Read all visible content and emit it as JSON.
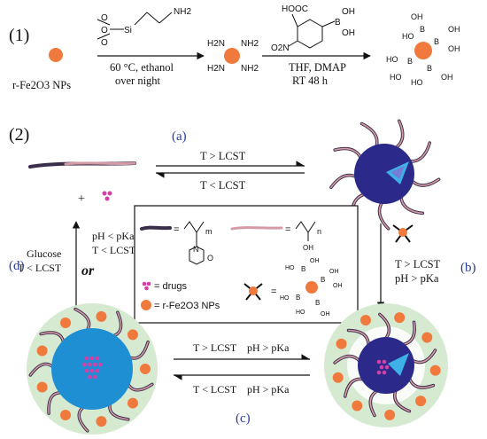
{
  "part1": {
    "label": "(1)",
    "nps_label": "r-Fe2O3 NPs",
    "silane": {
      "groups": [
        "O",
        "O",
        "O"
      ],
      "si": "Si",
      "nh2": "NH2"
    },
    "step1": {
      "line1": "60 °C, ethanol",
      "line2": "over night"
    },
    "amine_groups": [
      "H2N",
      "NH2",
      "H2N",
      "NH2"
    ],
    "acid": {
      "cooh": "HOOC",
      "no2": "O2N",
      "boron": "B",
      "oh": "OH"
    },
    "step2": {
      "line1": "THF, DMAP",
      "line2": "RT 48 h"
    },
    "boronic_groups": {
      "oh": "OH",
      "ho": "HO",
      "b": "B"
    }
  },
  "part2": {
    "label": "(2)",
    "label_a": "(a)",
    "label_b": "(b)",
    "label_c": "(c)",
    "label_d": "(d)",
    "top_arrow": {
      "forward": "T > LCST",
      "backward": "T <  LCST"
    },
    "right_arrow": {
      "line1": "T > LCST",
      "line2": "pH > pKa"
    },
    "bottom_arrow": {
      "forward": "T > LCST    pH > pKa",
      "backward": "T < LCST    pH > pKa"
    },
    "left_arrow": {
      "glucose": [
        "Glucose",
        "T < LCST"
      ],
      "or": "or",
      "ph": [
        "pH < pKa",
        "T < LCST"
      ]
    },
    "plus": "+",
    "legend": {
      "eq": "=",
      "m": "m",
      "n": "n",
      "n_atom": "N",
      "o_atom": "O",
      "oh": "OH",
      "drugs": "= drugs",
      "nps": "= r-Fe2O3 NPs",
      "b": "B",
      "ho": "HO"
    }
  },
  "colors": {
    "np_orange": "#f07a3e",
    "core_navy": "#2b2a8a",
    "shell_green": "#d6ead2",
    "core_blue": "#1f8fd4",
    "drug_magenta": "#d43fa8",
    "chain_pink": "#d49aa6",
    "chain_dark": "#3a2f4a",
    "label_blue": "#2a3c99"
  }
}
